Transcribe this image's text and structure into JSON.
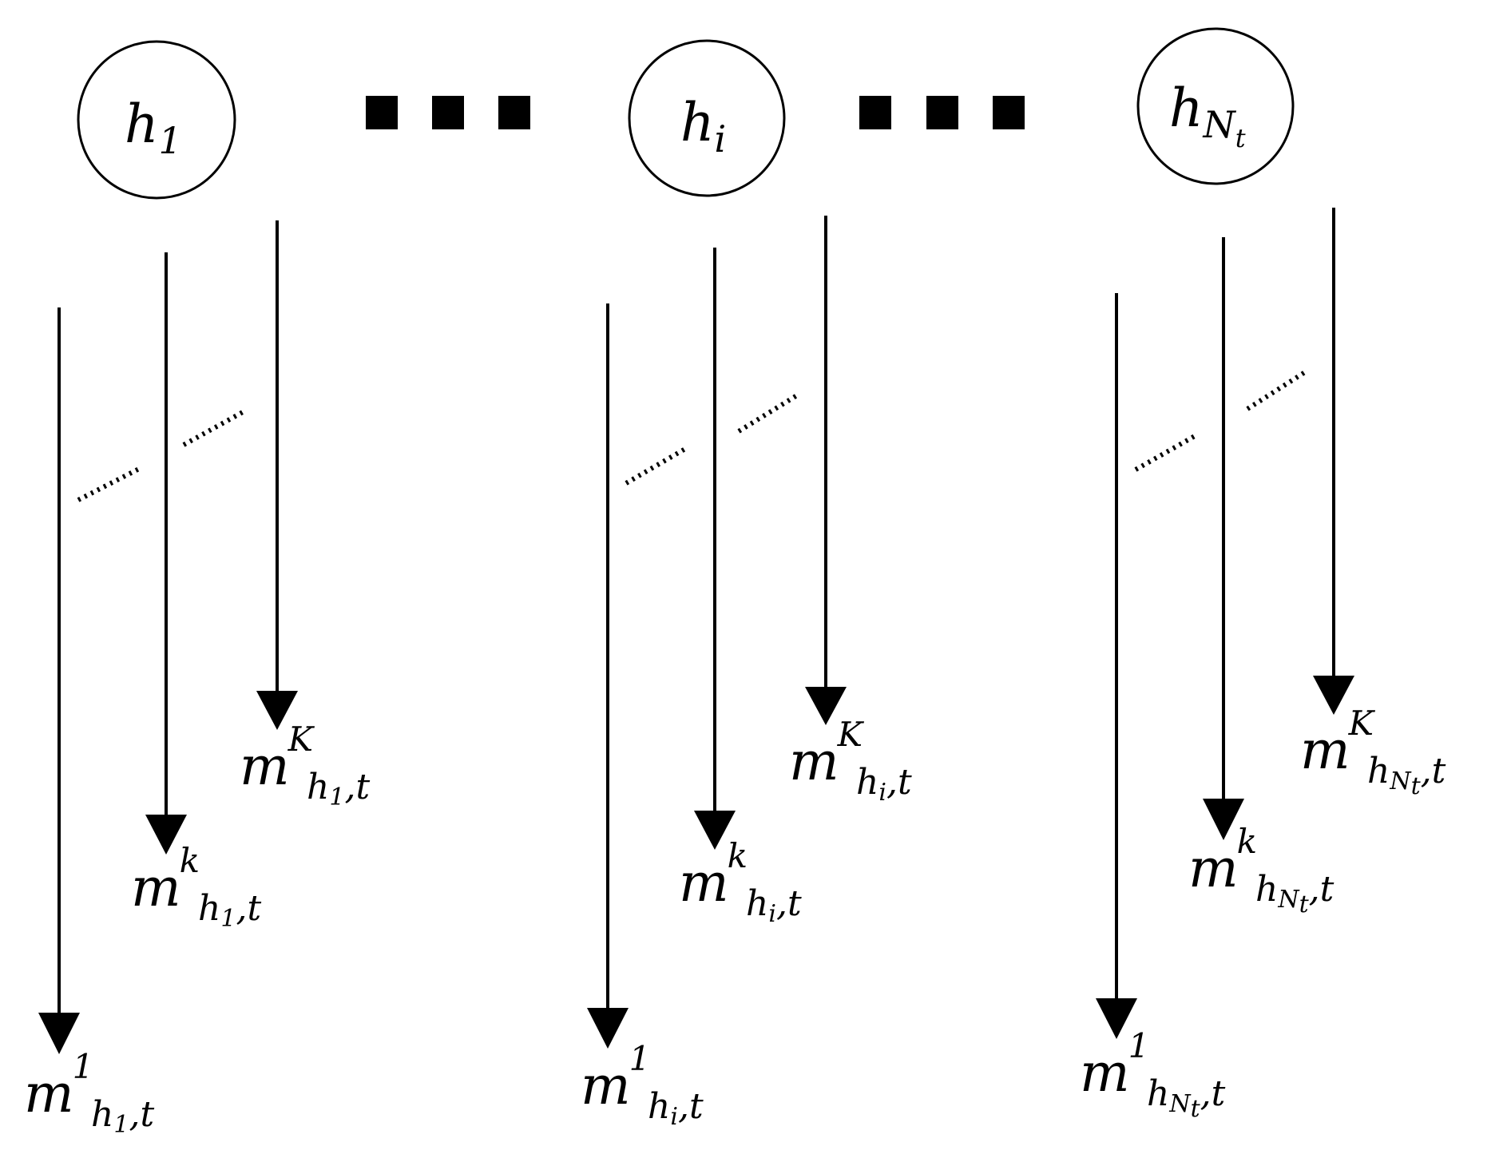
{
  "nodes": {
    "first": {
      "base": "h",
      "sub": "1"
    },
    "middle": {
      "base": "h",
      "sub": "i"
    },
    "last": {
      "base": "h",
      "sub": "N",
      "subsub": "t"
    }
  },
  "messages": {
    "base": "m",
    "time_index": "t",
    "comma": ",",
    "superscripts": {
      "first": "1",
      "middle": "k",
      "last": "K"
    }
  }
}
